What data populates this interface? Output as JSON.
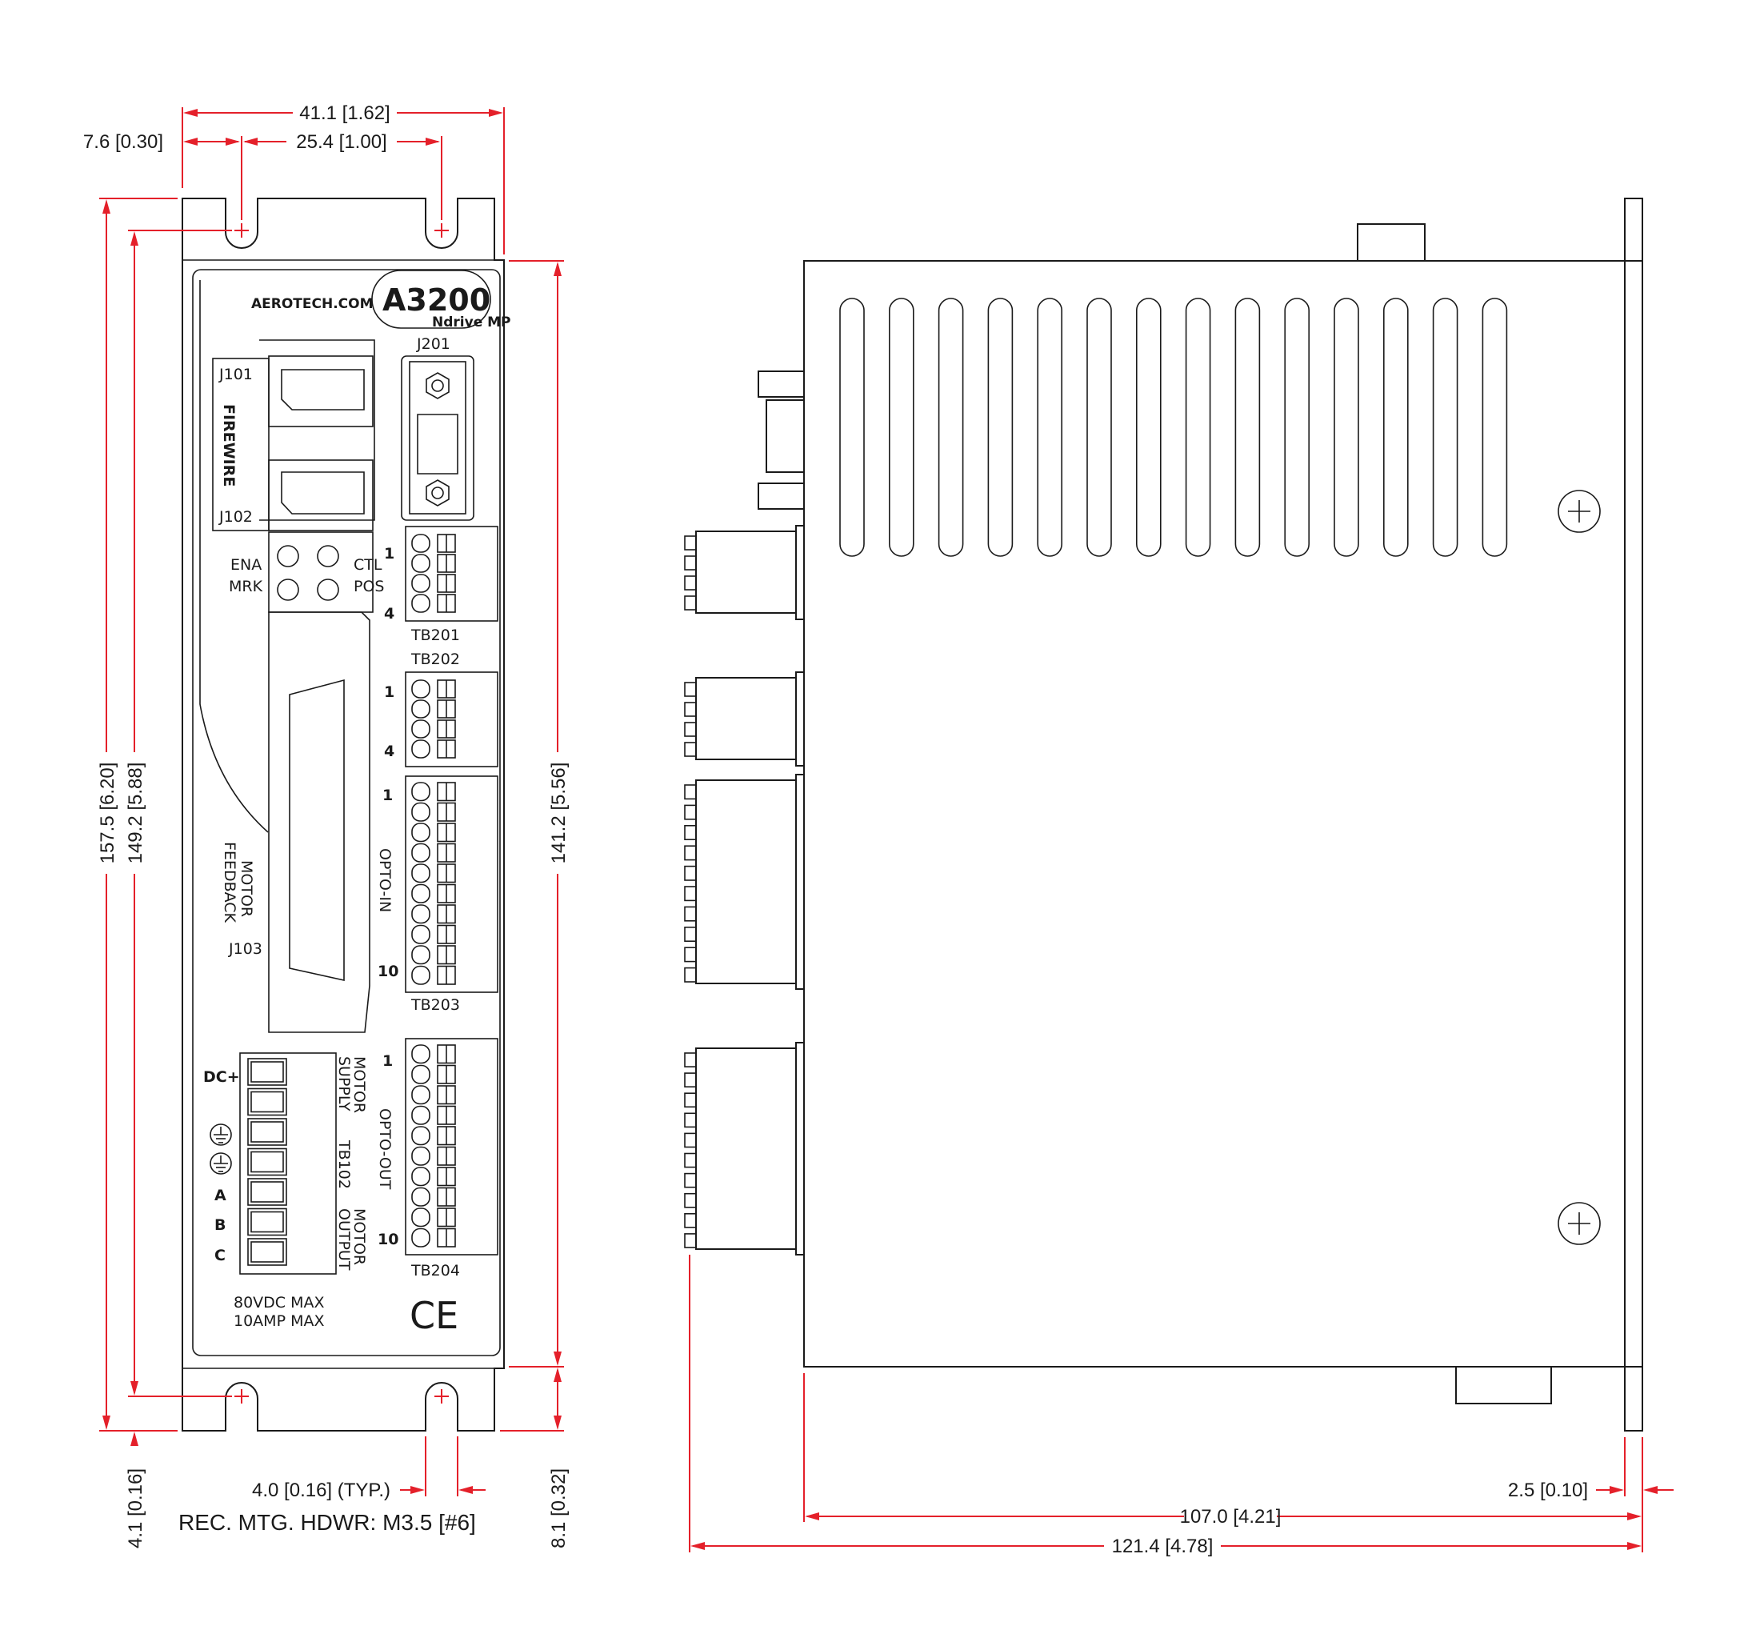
{
  "dimensions": {
    "overall_width": "41.1 [1.62]",
    "edge_to_hole": "7.6 [0.30]",
    "hole_spacing": "25.4 [1.00]",
    "overall_height": "157.5 [6.20]",
    "hole_to_hole_height": "149.2 [5.88]",
    "body_height": "141.2 [5.56]",
    "bottom_offset": "4.1 [0.16]",
    "slot_width": "4.0 [0.16] (TYP.)",
    "flange_height": "8.1 [0.32]",
    "mounting_hardware": "REC. MTG. HDWR: M3.5 [#6]",
    "body_depth": "107.0 [4.21]",
    "overall_depth": "121.4 [4.78]",
    "flange_thickness": "2.5 [0.10]"
  },
  "front_panel": {
    "brand": "AEROTECH.COM",
    "model": "A3200",
    "product": "Ndrive MP",
    "j101": "J101",
    "j102": "J102",
    "firewire": "FIREWIRE",
    "j201": "J201",
    "ena": "ENA",
    "mrk": "MRK",
    "ctl": "CTL",
    "pos": "POS",
    "tb201": "TB201",
    "tb202": "TB202",
    "tb203": "TB203",
    "tb204": "TB204",
    "pin_1": "1",
    "pin_4": "4",
    "pin_10": "10",
    "opto_in": "OPTO-IN",
    "opto_out": "OPTO-OUT",
    "motor_feedback_1": "MOTOR",
    "motor_feedback_2": "FEEDBACK",
    "j103": "J103",
    "dc_plus": "DC+",
    "phase_a": "A",
    "phase_b": "B",
    "phase_c": "C",
    "motor_supply_1": "MOTOR",
    "motor_supply_2": "SUPPLY",
    "tb102": "TB102",
    "motor_output_1": "MOTOR",
    "motor_output_2": "OUTPUT",
    "rating_voltage": "80VDC MAX",
    "rating_current": "10AMP MAX",
    "ce_mark": "CE"
  },
  "icons": {
    "ground": "ground-icon",
    "mount_hole": "crosshair-icon",
    "screw": "screw-icon"
  },
  "colors": {
    "dimension": "#e4202a",
    "outline": "#1a1a1a",
    "background": "#ffffff"
  }
}
